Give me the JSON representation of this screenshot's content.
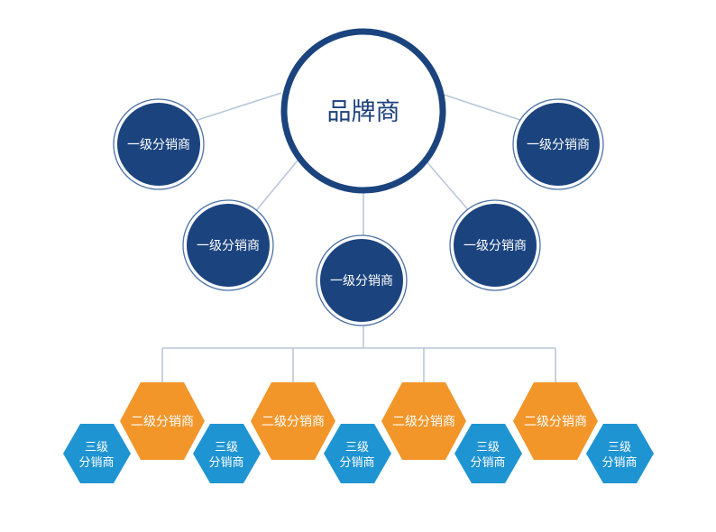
{
  "root": {
    "label": "品牌商"
  },
  "level1": [
    {
      "label": "一级分销商"
    },
    {
      "label": "一级分销商"
    },
    {
      "label": "一级分销商"
    },
    {
      "label": "一级分销商"
    },
    {
      "label": "一级分销商"
    }
  ],
  "level2": [
    {
      "label": "二级分销商"
    },
    {
      "label": "二级分销商"
    },
    {
      "label": "二级分销商"
    },
    {
      "label": "二级分销商"
    }
  ],
  "level3": [
    {
      "line1": "三级",
      "line2": "分销商"
    },
    {
      "line1": "三级",
      "line2": "分销商"
    },
    {
      "line1": "三级",
      "line2": "分销商"
    },
    {
      "line1": "三级",
      "line2": "分销商"
    },
    {
      "line1": "三级",
      "line2": "分销商"
    }
  ],
  "colors": {
    "navy": "#1b447f",
    "orange": "#f2962a",
    "blue": "#1f94d2",
    "connector": "#b8c7d9"
  }
}
